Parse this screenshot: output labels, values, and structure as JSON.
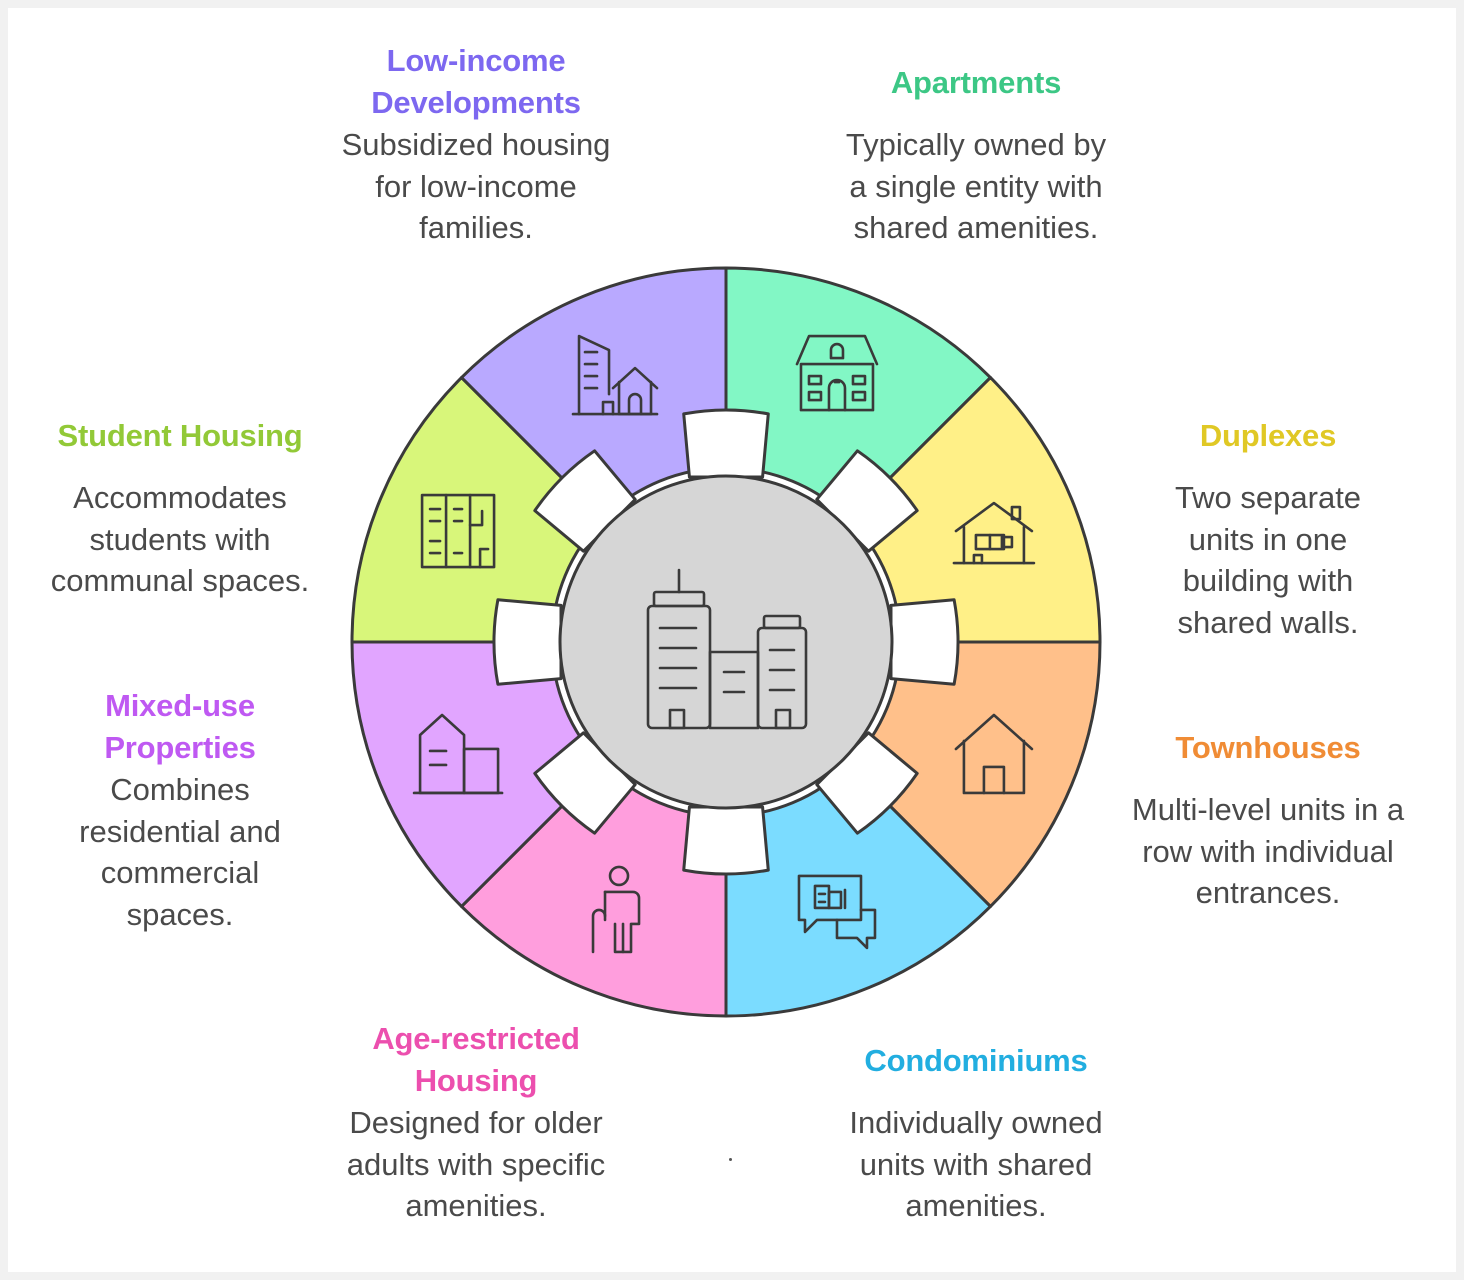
{
  "colors": {
    "outline": "#3a3a3a",
    "hub_fill": "#d6d6d6",
    "gap_fill": "#ffffff"
  },
  "center_icon": "city-buildings-icon",
  "segments": [
    {
      "key": "apartments",
      "title": "Apartments",
      "desc": "Typically owned by a single entity with shared amenities.",
      "fill": "#82f7c5",
      "title_color": "#3cc785",
      "icon": "apartment-building-icon"
    },
    {
      "key": "duplexes",
      "title": "Duplexes",
      "desc": "Two separate units in one building with shared walls.",
      "fill": "#fff087",
      "title_color": "#e0c825",
      "icon": "house-icon"
    },
    {
      "key": "townhouses",
      "title": "Townhouses",
      "desc": "Multi-level units in a row with individual entrances.",
      "fill": "#ffc08a",
      "title_color": "#f08c35",
      "icon": "home-outline-icon"
    },
    {
      "key": "condominiums",
      "title": "Condominiums",
      "desc": "Individually owned units with shared amenities.",
      "fill": "#7bdcff",
      "title_color": "#22aee0",
      "icon": "building-chat-icon"
    },
    {
      "key": "age_restricted",
      "title": "Age-restricted Housing",
      "desc": "Designed for older adults with specific amenities.",
      "fill": "#ff9edd",
      "title_color": "#ec4fae",
      "icon": "elderly-person-icon"
    },
    {
      "key": "mixed_use",
      "title": "Mixed-use Properties",
      "desc": "Combines residential and commercial spaces.",
      "fill": "#e1a5ff",
      "title_color": "#bf59f2",
      "icon": "mixed-buildings-icon"
    },
    {
      "key": "student_housing",
      "title": "Student Housing",
      "desc": "Accommodates students with communal spaces.",
      "fill": "#d8f67a",
      "title_color": "#92c937",
      "icon": "dormitory-icon"
    },
    {
      "key": "low_income",
      "title": "Low-income Developments",
      "desc": "Subsidized housing for low-income families.",
      "fill": "#b9a9ff",
      "title_color": "#7d68f0",
      "icon": "skyscraper-house-icon"
    }
  ]
}
